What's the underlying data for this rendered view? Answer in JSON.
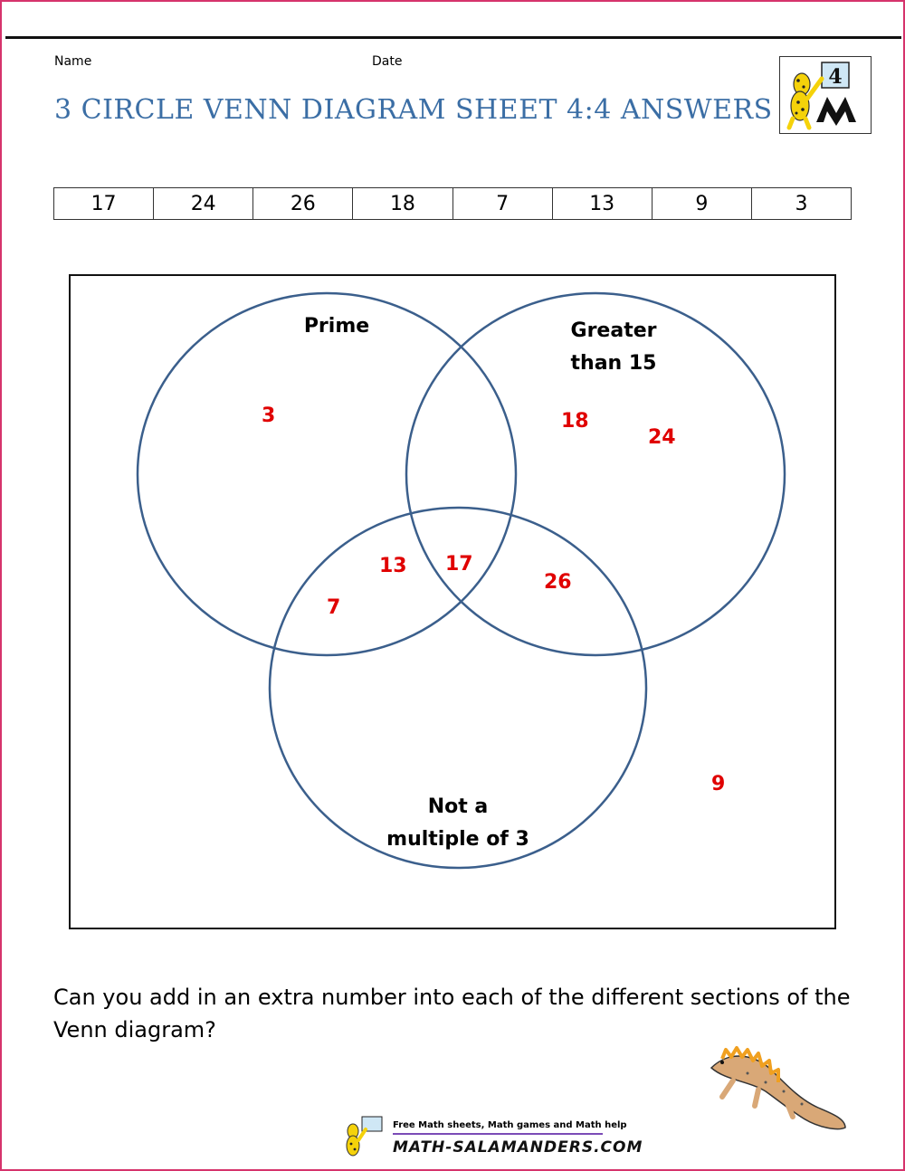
{
  "header": {
    "name_label": "Name",
    "date_label": "Date",
    "title": "3 CIRCLE VENN DIAGRAM SHEET 4:4 ANSWERS",
    "logo_grade": "4"
  },
  "numbers": [
    "17",
    "24",
    "26",
    "18",
    "7",
    "13",
    "9",
    "3"
  ],
  "venn": {
    "sets": {
      "prime": "Prime",
      "greater_line1": "Greater",
      "greater_line2": "than 15",
      "notmult_line1": "Not a",
      "notmult_line2": "multiple of 3"
    },
    "answers": {
      "prime_only": "3",
      "greater_only_a": "18",
      "greater_only_b": "24",
      "prime_notmult_a": "13",
      "prime_notmult_b": "7",
      "all_three": "17",
      "greater_notmult": "26",
      "outside": "9"
    },
    "circle_color": "#3b5f8c",
    "answer_color": "#e00000"
  },
  "question": "Can you add in an extra number into each of the different sections of the Venn diagram?",
  "footer": {
    "tagline": "Free Math sheets, Math games and Math help",
    "site": "MATH-SALAMANDERS.COM"
  },
  "colors": {
    "title": "#3b6ea5",
    "frame": "#d6336c"
  }
}
